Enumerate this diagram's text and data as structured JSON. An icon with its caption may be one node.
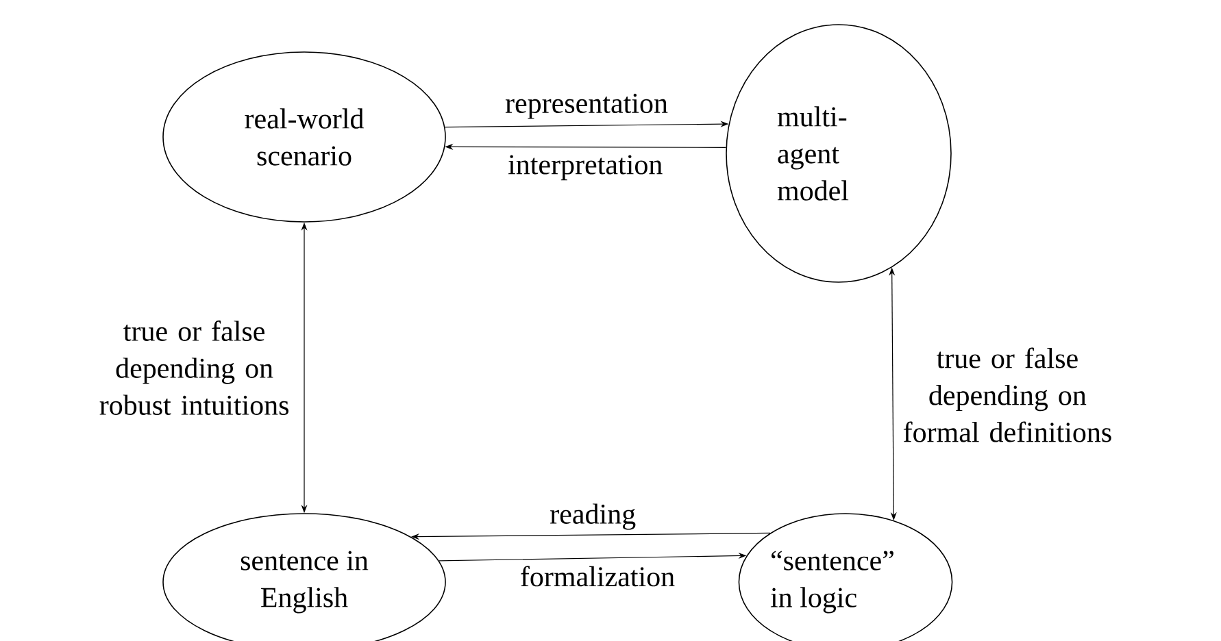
{
  "diagram": {
    "nodes": [
      {
        "text": [
          "real-world scenario"
        ]
      },
      {
        "text": [
          "multi-agent model"
        ]
      },
      {
        "text": [
          "sentence in English"
        ]
      },
      {
        "text": [
          "“sentence” in logic"
        ]
      }
    ],
    "edges": [
      {
        "from": 0,
        "to": 1,
        "arrow": "to",
        "label": "representation"
      },
      {
        "from": 1,
        "to": 0,
        "arrow": "to",
        "label": "interpretation"
      },
      {
        "from": 0,
        "to": 2,
        "arrow": "both",
        "label": "true or false depending on robust intuitions"
      },
      {
        "from": 1,
        "to": 3,
        "arrow": "both",
        "label": "true or false depending on formal definitions"
      },
      {
        "from": 3,
        "to": 2,
        "arrow": "to",
        "label": "reading"
      },
      {
        "from": 2,
        "to": 3,
        "arrow": "to",
        "label": "formalization"
      }
    ]
  }
}
